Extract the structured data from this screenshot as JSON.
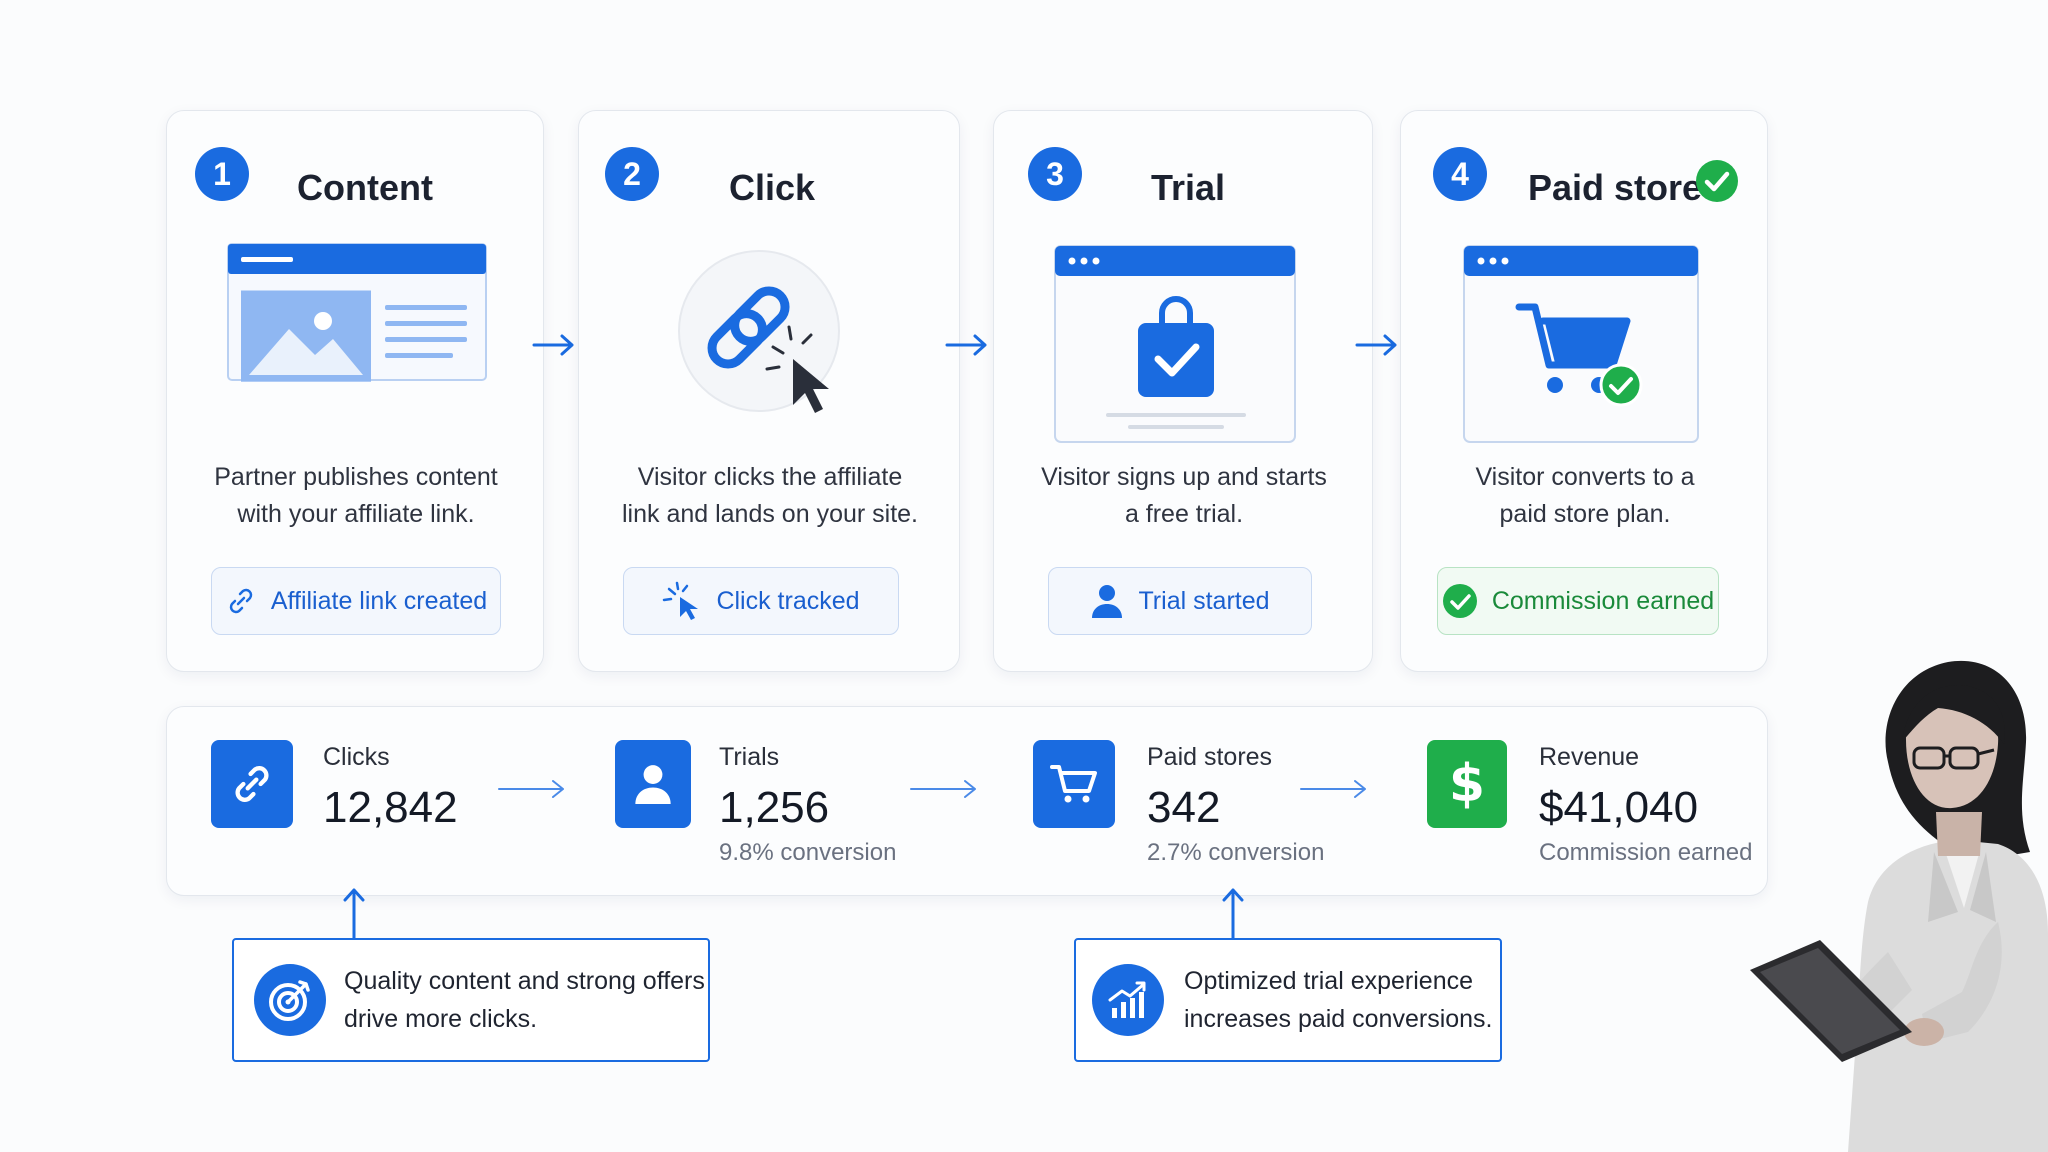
{
  "steps": [
    {
      "number": "1",
      "title": "Content",
      "desc_line1": "Partner publishes content",
      "desc_line2": "with your affiliate link.",
      "badge": "Affiliate link created",
      "icon": "content-page-icon",
      "badge_icon": "link-icon"
    },
    {
      "number": "2",
      "title": "Click",
      "desc_line1": "Visitor clicks the affiliate",
      "desc_line2": "link and lands on your site.",
      "badge": "Click tracked",
      "icon": "link-click-icon",
      "badge_icon": "cursor-click-icon"
    },
    {
      "number": "3",
      "title": "Trial",
      "desc_line1": "Visitor signs up and starts",
      "desc_line2": "a free trial.",
      "badge": "Trial started",
      "icon": "shopping-bag-icon",
      "badge_icon": "user-icon"
    },
    {
      "number": "4",
      "title": "Paid store",
      "desc_line1": "Visitor converts to a",
      "desc_line2": "paid store plan.",
      "badge": "Commission earned",
      "icon": "cart-check-icon",
      "badge_icon": "check-circle-icon"
    }
  ],
  "stats": [
    {
      "label": "Clicks",
      "value": "12,842",
      "sub": "",
      "icon": "link-icon"
    },
    {
      "label": "Trials",
      "value": "1,256",
      "sub": "9.8% conversion",
      "icon": "user-icon"
    },
    {
      "label": "Paid stores",
      "value": "342",
      "sub": "2.7% conversion",
      "icon": "cart-icon"
    },
    {
      "label": "Revenue",
      "value": "$41,040",
      "sub": "Commission earned",
      "icon": "dollar-icon"
    }
  ],
  "notes": [
    {
      "line1": "Quality content and strong offers",
      "line2": "drive more clicks.",
      "icon": "target-icon"
    },
    {
      "line1": "Optimized trial experience",
      "line2": "increases paid conversions.",
      "icon": "growth-chart-icon"
    }
  ],
  "colors": {
    "accent": "#1a6be0",
    "success": "#1fae4b",
    "border": "#e3e7ed"
  }
}
